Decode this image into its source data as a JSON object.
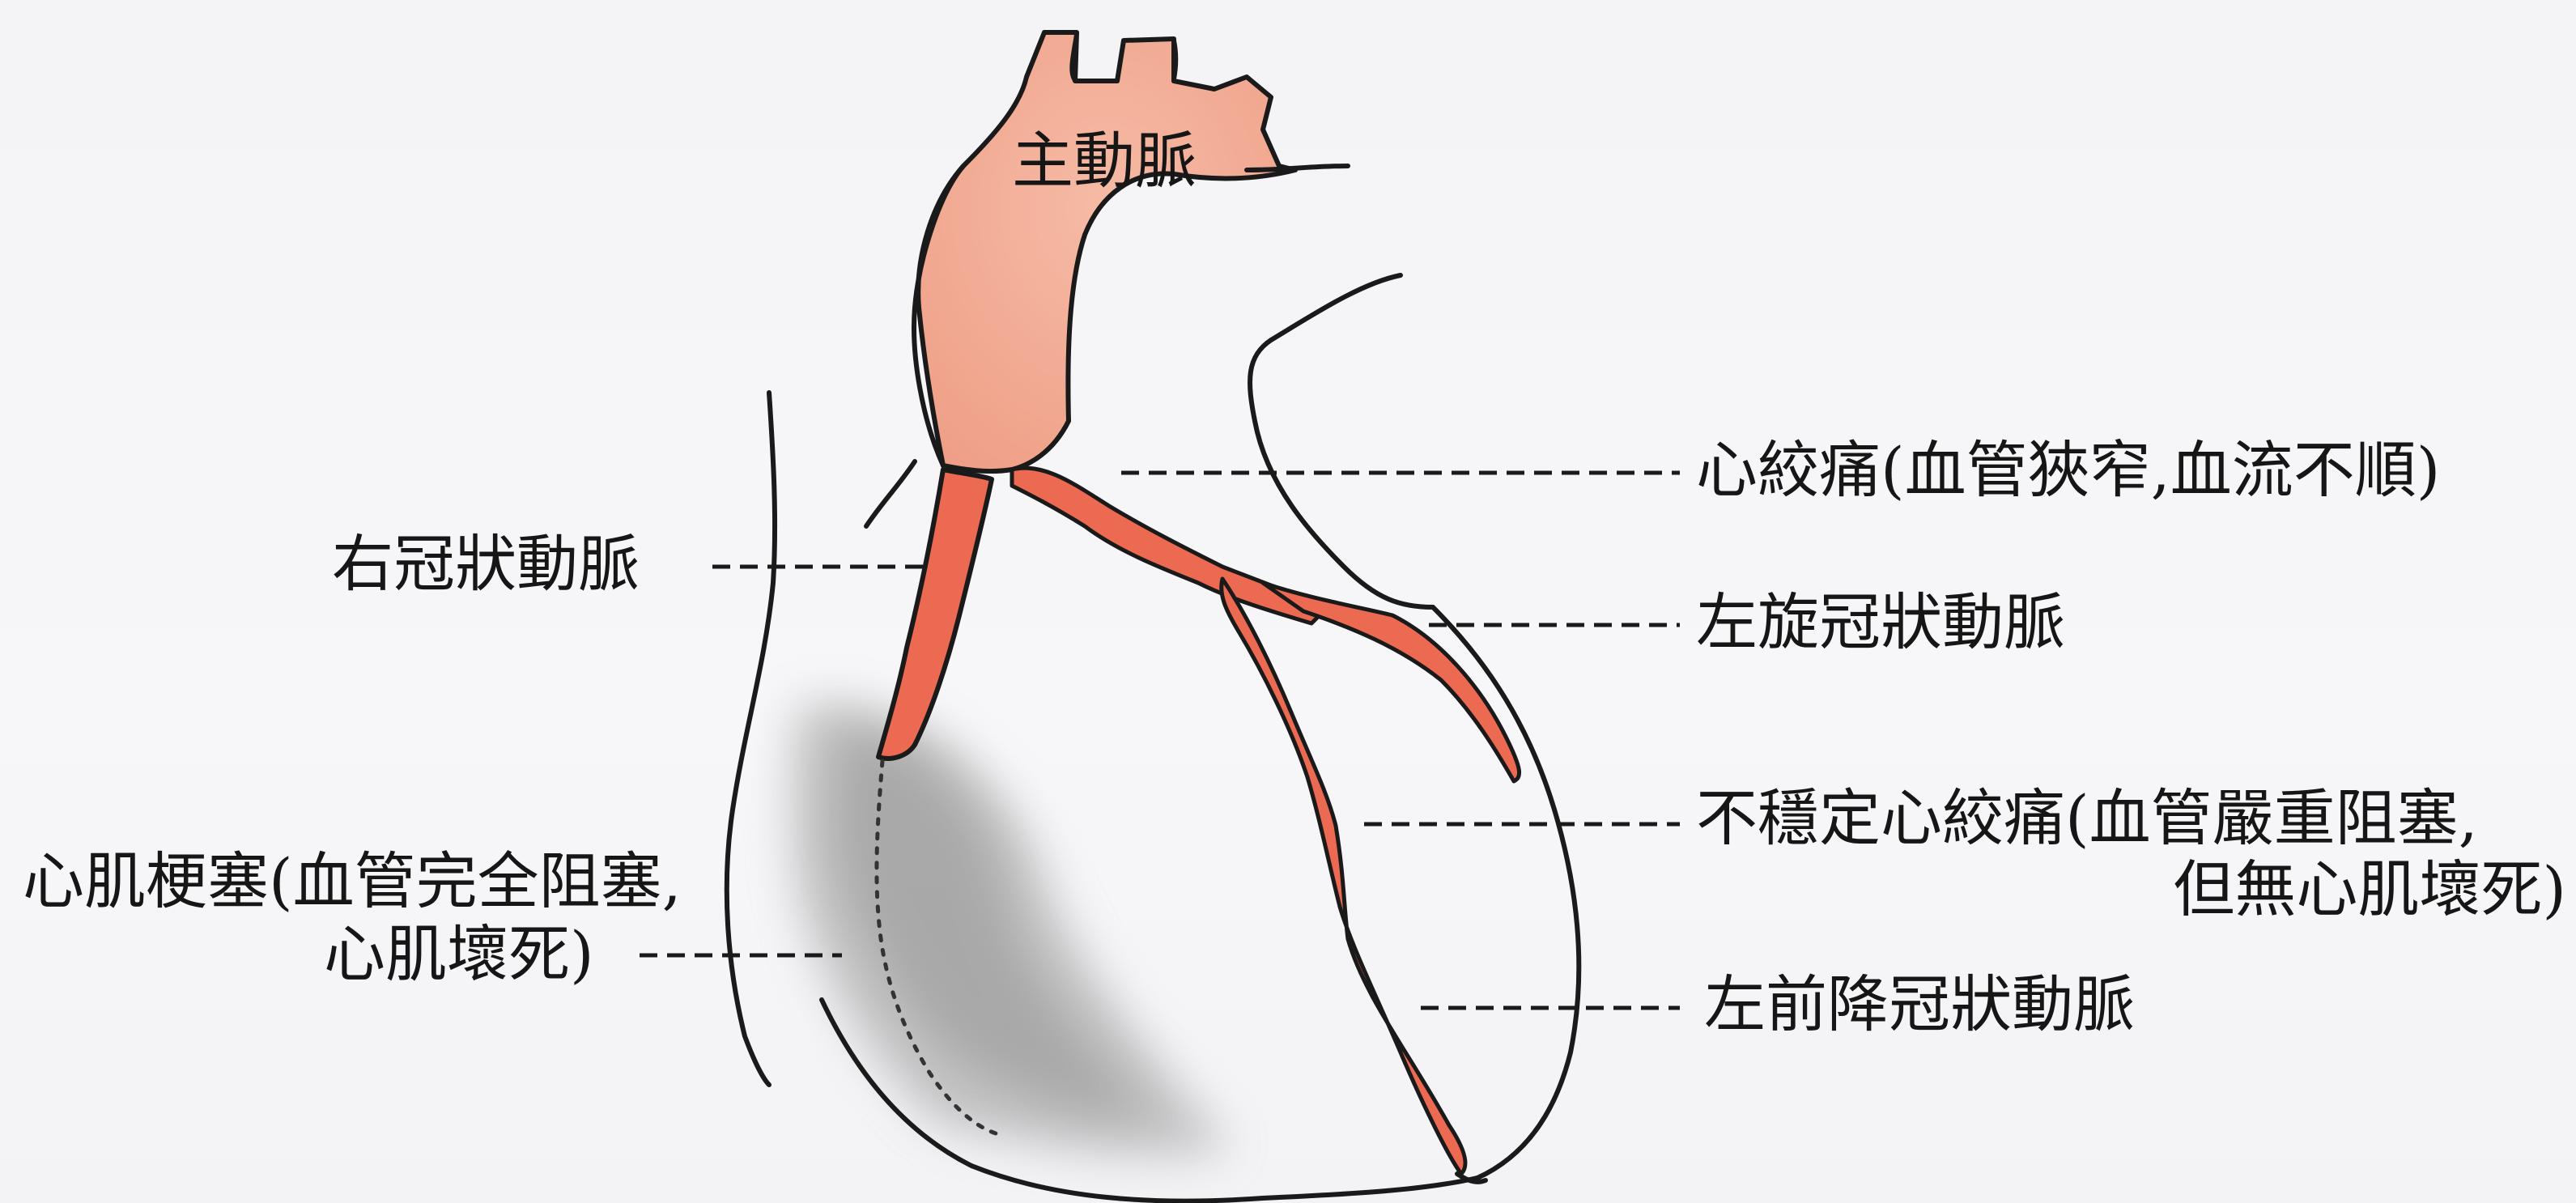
{
  "labels": {
    "aorta": "主動脈",
    "angina": "心絞痛(血管狹窄,血流不順)",
    "right_coronary": "右冠狀動脈",
    "left_circumflex": "左旋冠狀動脈",
    "unstable_angina_line1": "不穩定心絞痛(血管嚴重阻塞,",
    "unstable_angina_line2": "但無心肌壞死)",
    "mi_line1": "心肌梗塞(血管完全阻塞,",
    "mi_line2": "心肌壞死)",
    "left_anterior_descending": "左前降冠狀動脈"
  },
  "colors": {
    "paper": "#f5f5f8",
    "outline": "#1a1a1a",
    "aorta_fill": "#f3ad97",
    "artery_fill": "#ec6a52",
    "infarct_shade": "#9a9a9a",
    "text": "#161616"
  }
}
